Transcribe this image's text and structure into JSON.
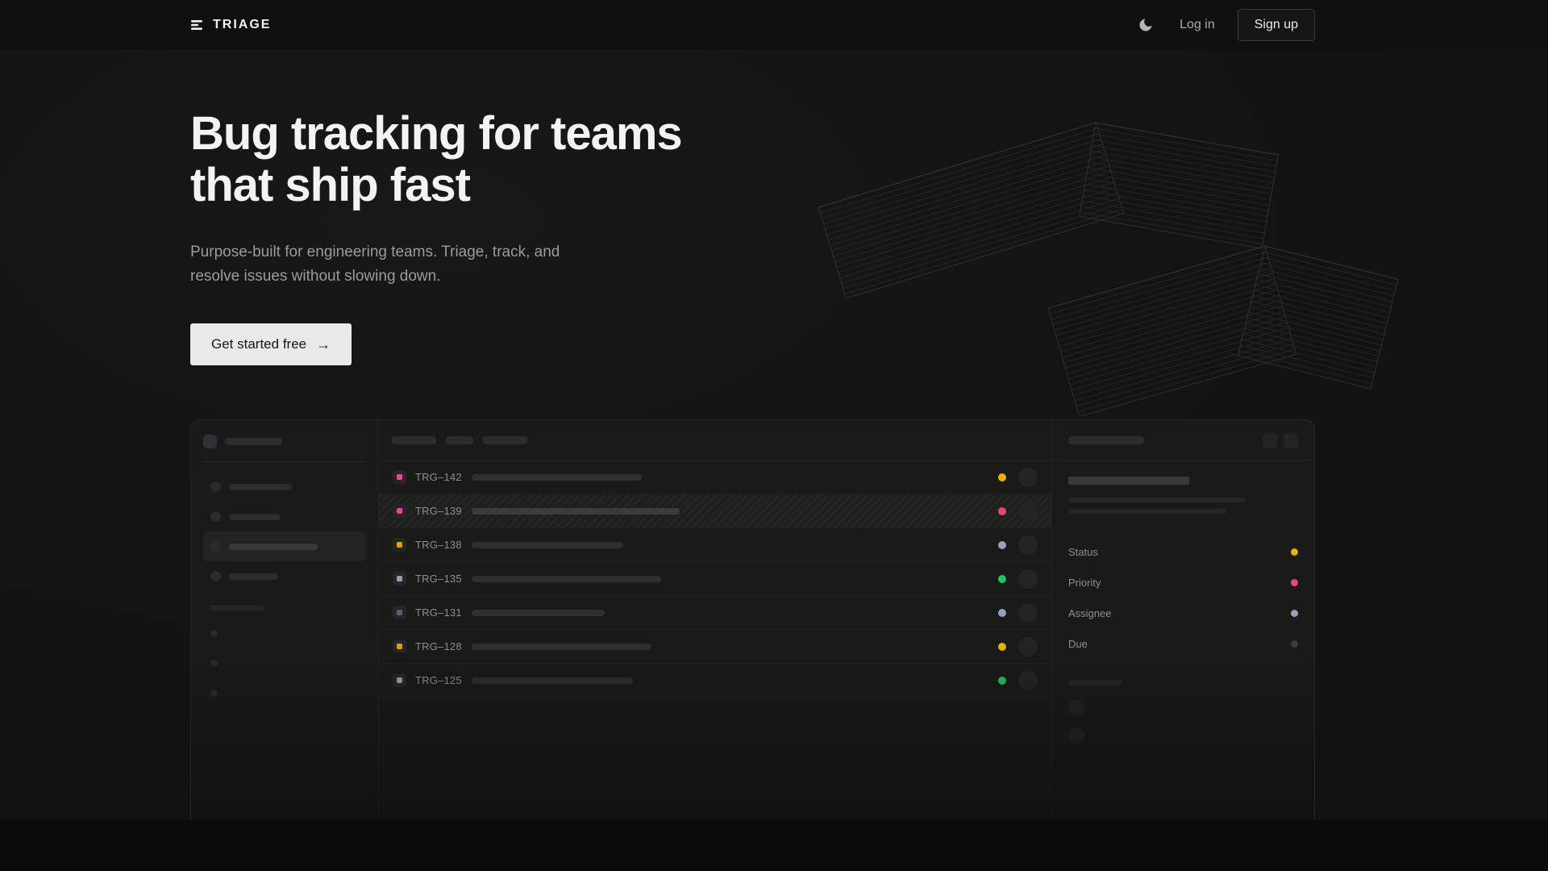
{
  "nav": {
    "brand": "TRIAGE",
    "login_label": "Log in",
    "signup_label": "Sign up"
  },
  "hero": {
    "title_line1": "Bug tracking for teams",
    "title_line2": "that ship fast",
    "subtitle_line1": "Purpose-built for engineering teams. Triage, track, and",
    "subtitle_line2": "resolve issues without slowing down.",
    "cta_label": "Get started free",
    "cta_arrow": "→"
  },
  "app_preview": {
    "issues": [
      {
        "id": "TRG–142",
        "type_color": "#ec4899",
        "status_color": "#eab308",
        "selected": false,
        "title_bar_width": 211
      },
      {
        "id": "TRG–139",
        "type_color": "#ec4899",
        "status_color": "#ec4477",
        "selected": true,
        "title_bar_width": 258
      },
      {
        "id": "TRG–138",
        "type_color": "#d9a514",
        "status_color": "#93a3bd",
        "selected": false,
        "title_bar_width": 188
      },
      {
        "id": "TRG–135",
        "type_color": "#9ba0a6",
        "status_color": "#22c55e",
        "selected": false,
        "title_bar_width": 235
      },
      {
        "id": "TRG–131",
        "type_color": "#5c6066",
        "status_color": "#93a3bd",
        "selected": false,
        "title_bar_width": 165
      },
      {
        "id": "TRG–128",
        "type_color": "#d9a514",
        "status_color": "#eab308",
        "selected": false,
        "title_bar_width": 223
      },
      {
        "id": "TRG–125",
        "type_color": "#9ba0a6",
        "status_color": "#22c55e",
        "selected": false,
        "title_bar_width": 200
      }
    ],
    "detail": {
      "fields": [
        {
          "label": "Status",
          "value_color": "#eab308"
        },
        {
          "label": "Priority",
          "value_color": "#ec4477"
        },
        {
          "label": "Assignee",
          "value_color": "#93a3bd"
        },
        {
          "label": "Due",
          "value_color": "#3d3d3b"
        }
      ]
    }
  },
  "colors": {
    "background": "#151514",
    "card_background": "#1a1a19",
    "accent_pink": "#ec4899",
    "accent_yellow": "#eab308",
    "accent_green": "#22c55e",
    "accent_slate": "#93a3bd"
  }
}
